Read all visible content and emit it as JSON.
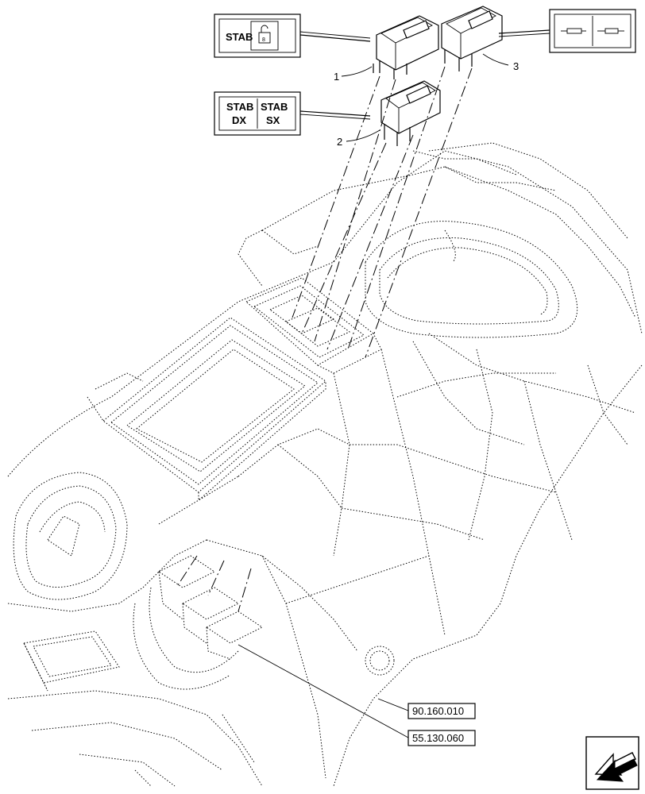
{
  "callouts": [
    "1",
    "2",
    "3"
  ],
  "symbol_plates": {
    "plate1": {
      "text": "STAB",
      "icon": "padlock-icon"
    },
    "plate2": {
      "left_line1": "STAB",
      "left_line2": "DX",
      "right_line1": "STAB",
      "right_line2": "SX"
    },
    "plate3": {
      "icons": [
        "cylinder-retracted-icon",
        "cylinder-extended-icon"
      ]
    }
  },
  "references": [
    "90.160.010",
    "55.130.060"
  ],
  "nav_icon": "arrow-back-icon"
}
